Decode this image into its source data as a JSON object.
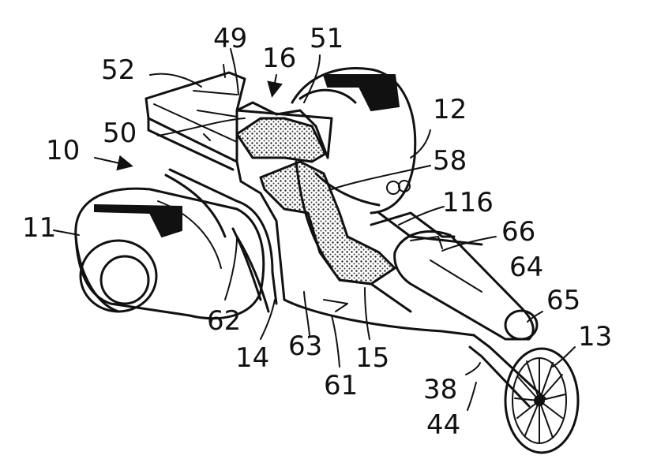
{
  "figure": {
    "labels": [
      {
        "id": "ref-49",
        "text": "49"
      },
      {
        "id": "ref-52",
        "text": "52"
      },
      {
        "id": "ref-16",
        "text": "16"
      },
      {
        "id": "ref-51",
        "text": "51"
      },
      {
        "id": "ref-12",
        "text": "12"
      },
      {
        "id": "ref-50",
        "text": "50"
      },
      {
        "id": "ref-58",
        "text": "58"
      },
      {
        "id": "ref-10",
        "text": "10"
      },
      {
        "id": "ref-116",
        "text": "116"
      },
      {
        "id": "ref-11",
        "text": "11"
      },
      {
        "id": "ref-66",
        "text": "66"
      },
      {
        "id": "ref-64",
        "text": "64"
      },
      {
        "id": "ref-65",
        "text": "65"
      },
      {
        "id": "ref-62",
        "text": "62"
      },
      {
        "id": "ref-63",
        "text": "63"
      },
      {
        "id": "ref-14",
        "text": "14"
      },
      {
        "id": "ref-15",
        "text": "15"
      },
      {
        "id": "ref-13",
        "text": "13"
      },
      {
        "id": "ref-61",
        "text": "61"
      },
      {
        "id": "ref-38",
        "text": "38"
      },
      {
        "id": "ref-44",
        "text": "44"
      }
    ]
  }
}
